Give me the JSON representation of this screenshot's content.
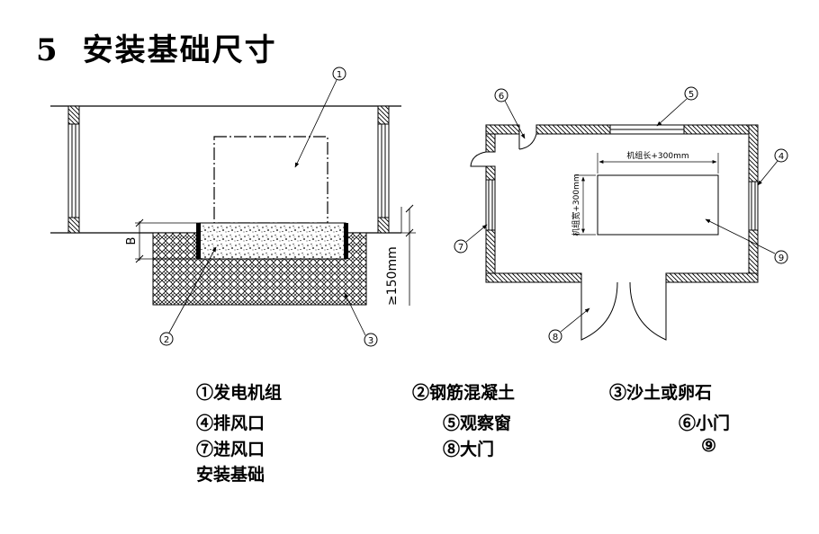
{
  "section": {
    "number": "5",
    "title": "安装基础尺寸"
  },
  "callouts": [
    "1",
    "2",
    "3",
    "4",
    "5",
    "6",
    "7",
    "8",
    "9"
  ],
  "left_view": {
    "dim_b": "B",
    "dim_depth": "≥150mm"
  },
  "right_view": {
    "dim_length": "机组长+300mm",
    "dim_width": "机组宽+300mm"
  },
  "legend": {
    "i1": "①发电机组",
    "i2": "②钢筋混凝土",
    "i3": "③沙土或卵石",
    "i4": "④排风口",
    "i5": "⑤观察窗",
    "i6": "⑥小门",
    "i7": "⑦进风口",
    "i8": "⑧大门",
    "i9": "⑨",
    "i9_text": "安装基础"
  }
}
